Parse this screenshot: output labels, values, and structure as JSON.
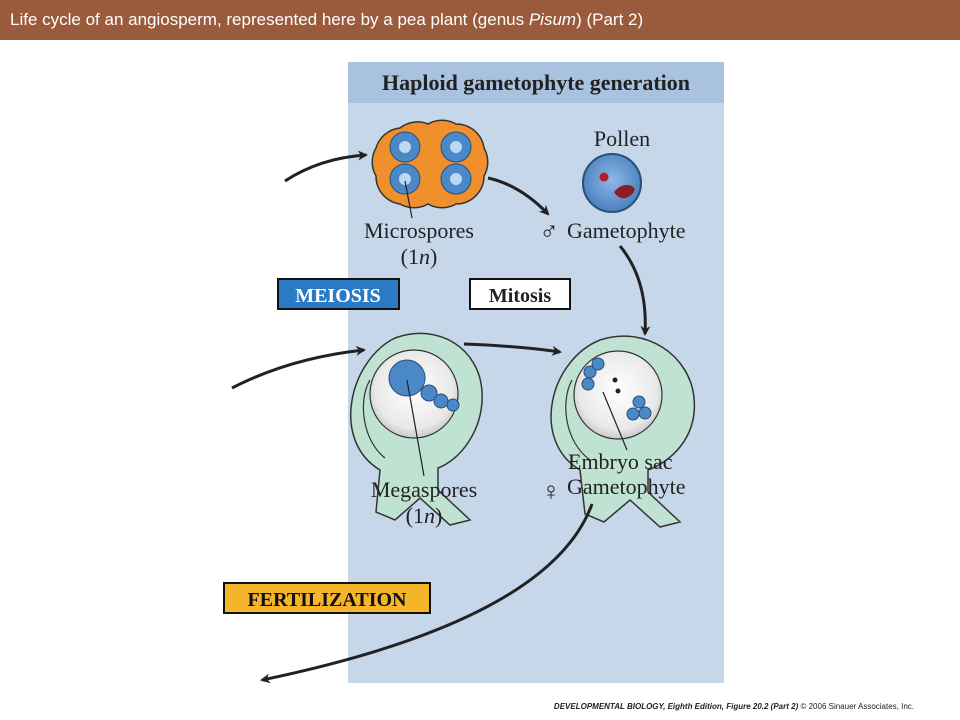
{
  "slide": {
    "title_pre": "Life cycle of an angiosperm, represented here by a pea plant (genus ",
    "title_genus": "Pisum",
    "title_post": ") (Part 2)"
  },
  "diagram": {
    "panel_header": "Haploid gametophyte generation",
    "microspores_label": "Microspores",
    "microspores_ploidy": "(1n)",
    "pollen_label": "Pollen",
    "male_symbol": "♂",
    "male_gametophyte_label": "Gametophyte",
    "meiosis_label": "MEIOSIS",
    "mitosis_label": "Mitosis",
    "megaspores_label": "Megaspores",
    "megaspores_ploidy": "(1n)",
    "embryo_sac_label": "Embryo sac",
    "female_symbol": "♀",
    "female_gametophyte_label": "Gametophyte",
    "fertilization_label": "FERTILIZATION"
  },
  "footer": {
    "book": "DEVELOPMENTAL BIOLOGY, Eighth Edition, Figure 20.2 (Part 2)",
    "copyright": "© 2006 Sinauer Associates, Inc."
  },
  "colors": {
    "title_bar": "#9a5a3c",
    "panel": "#c7d7ea",
    "panel_header": "#a8c2df",
    "microspore_orange": "#f0902d",
    "cell_blue": "#4a88c8",
    "ovule_green": "#bfe2d2",
    "meiosis_box": "#2a7ac6",
    "fertilization_box": "#f5b52a"
  }
}
